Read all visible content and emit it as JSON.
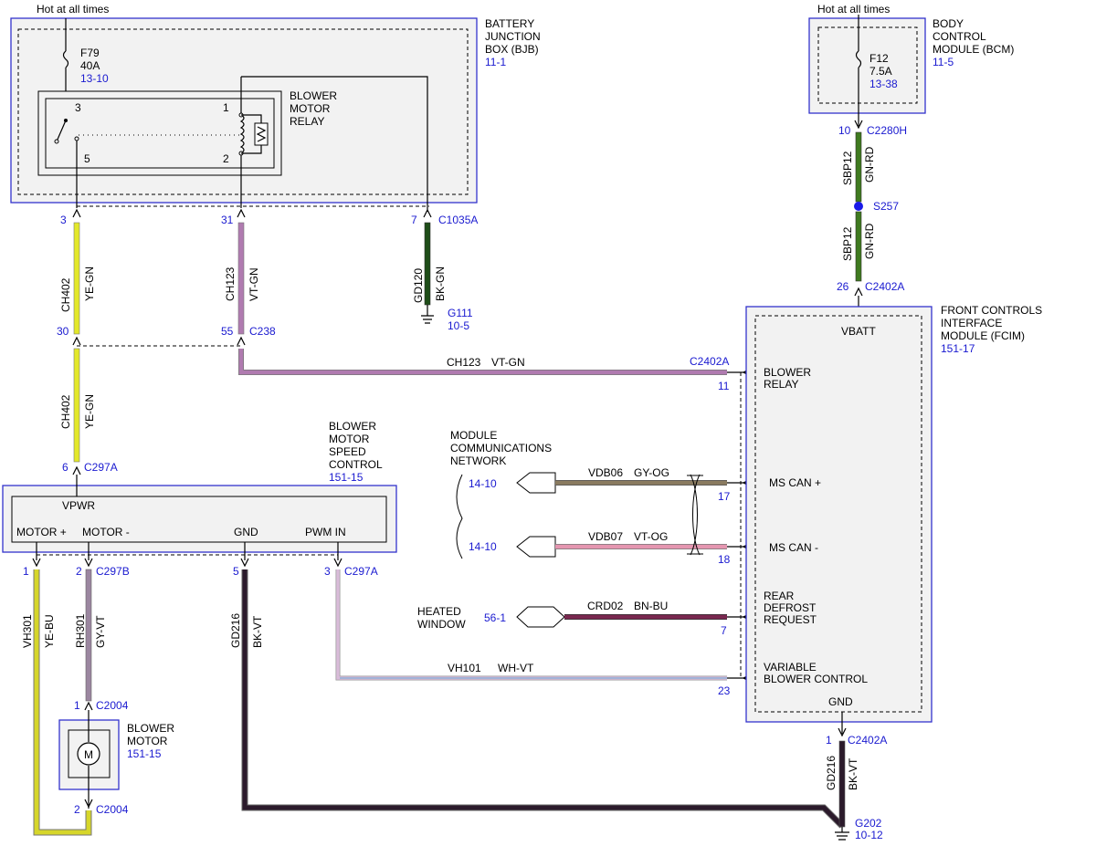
{
  "power": {
    "hot_left": "Hot at all times",
    "hot_right": "Hot at all times"
  },
  "components": {
    "bjb": {
      "name": [
        "BATTERY",
        "JUNCTION",
        "BOX (BJB)"
      ],
      "ref": "11-1"
    },
    "bcm": {
      "name": [
        "BODY",
        "CONTROL",
        "MODULE (BCM)"
      ],
      "ref": "11-5"
    },
    "fcim": {
      "name": [
        "FRONT CONTROLS",
        "INTERFACE",
        "MODULE (FCIM)"
      ],
      "ref": "151-17",
      "pins": {
        "vbatt": "VBATT",
        "blower_relay": [
          "BLOWER",
          "RELAY"
        ],
        "ms_can_plus": "MS CAN +",
        "ms_can_minus": "MS CAN -",
        "rear_defrost": [
          "REAR",
          "DEFROST",
          "REQUEST"
        ],
        "var_blower": [
          "VARIABLE",
          "BLOWER CONTROL"
        ],
        "gnd": "GND"
      }
    },
    "relay": {
      "name": [
        "BLOWER",
        "MOTOR",
        "RELAY"
      ],
      "pins": [
        "3",
        "5",
        "1",
        "2"
      ]
    },
    "bmsc": {
      "name": [
        "BLOWER",
        "MOTOR",
        "SPEED",
        "CONTROL"
      ],
      "ref": "151-15",
      "pins": {
        "vpwr": "VPWR",
        "motor_plus": "MOTOR +",
        "motor_minus": "MOTOR -",
        "gnd": "GND",
        "pwm_in": "PWM IN"
      }
    },
    "motor": {
      "name": [
        "BLOWER",
        "MOTOR"
      ],
      "ref": "151-15",
      "symbol": "M"
    },
    "mcn": {
      "name": [
        "MODULE",
        "COMMUNICATIONS",
        "NETWORK"
      ]
    },
    "heated_window": {
      "name": [
        "HEATED",
        "WINDOW"
      ],
      "ref": "56-1"
    }
  },
  "fuses": {
    "f79": {
      "name": "F79",
      "rating": "40A",
      "ref": "13-10"
    },
    "f12": {
      "name": "F12",
      "rating": "7.5A",
      "ref": "13-38"
    }
  },
  "connectors": {
    "c1035a_3": "3",
    "c1035a_31": "31",
    "c1035a_7": "7",
    "c1035a": "C1035A",
    "c238_30": "30",
    "c238_55": "55",
    "c238": "C238",
    "c297a_6": "6",
    "c297a_top": "C297A",
    "c297b_1": "1",
    "c297b_2": "2",
    "c297b": "C297B",
    "c297a_5": "5",
    "c297a_3": "3",
    "c297a_bottom": "C297A",
    "c2004_1": "1",
    "c2004_top": "C2004",
    "c2004_2": "2",
    "c2004_bottom": "C2004",
    "c2280h_10": "10",
    "c2280h": "C2280H",
    "s257": "S257",
    "c2402a_26": "26",
    "c2402a_top": "C2402A",
    "c2402a_mid": "C2402A",
    "pin_11": "11",
    "pin_17": "17",
    "pin_18": "18",
    "pin_7": "7",
    "pin_23": "23",
    "c2402a_1": "1",
    "c2402a_bottom": "C2402A",
    "mcn_ref_1": "14-10",
    "mcn_ref_2": "14-10"
  },
  "grounds": {
    "g111": {
      "name": "G111",
      "ref": "10-5"
    },
    "g202": {
      "name": "G202",
      "ref": "10-12"
    }
  },
  "wires": {
    "ch402_top": {
      "circuit": "CH402",
      "color": "YE-GN"
    },
    "ch123_top": {
      "circuit": "CH123",
      "color": "VT-GN"
    },
    "gd120": {
      "circuit": "GD120",
      "color": "BK-GN"
    },
    "ch402_mid": {
      "circuit": "CH402",
      "color": "YE-GN"
    },
    "ch123_h": {
      "circuit": "CH123",
      "color": "VT-GN"
    },
    "vdb06": {
      "circuit": "VDB06",
      "color": "GY-OG"
    },
    "vdb07": {
      "circuit": "VDB07",
      "color": "VT-OG"
    },
    "crd02": {
      "circuit": "CRD02",
      "color": "BN-BU"
    },
    "vh101": {
      "circuit": "VH101",
      "color": "WH-VT"
    },
    "vh301": {
      "circuit": "VH301",
      "color": "YE-BU"
    },
    "rh301": {
      "circuit": "RH301",
      "color": "GY-VT"
    },
    "gd216_left": {
      "circuit": "GD216",
      "color": "BK-VT"
    },
    "sbp12_top": {
      "circuit": "SBP12",
      "color": "GN-RD"
    },
    "sbp12_bot": {
      "circuit": "SBP12",
      "color": "GN-RD"
    },
    "gd216_right": {
      "circuit": "GD216",
      "color": "BK-VT"
    }
  },
  "wire_colors": {
    "ye_gn": "#e3e82a",
    "vt_gn": "#b07bb0",
    "bk_gn": "#1e4d18",
    "gn_rd": "#3f7a1f",
    "gy_og": "#8a7b60",
    "vt_og": "#e596b0",
    "bn_bu": "#7a2850",
    "wh_vt": "#d9bcd9",
    "ye_bu": "#d6d62a",
    "gy_vt": "#9b86a0",
    "bk_vt": "#2b1a2b",
    "accent_blue": "#1a1ad0"
  }
}
